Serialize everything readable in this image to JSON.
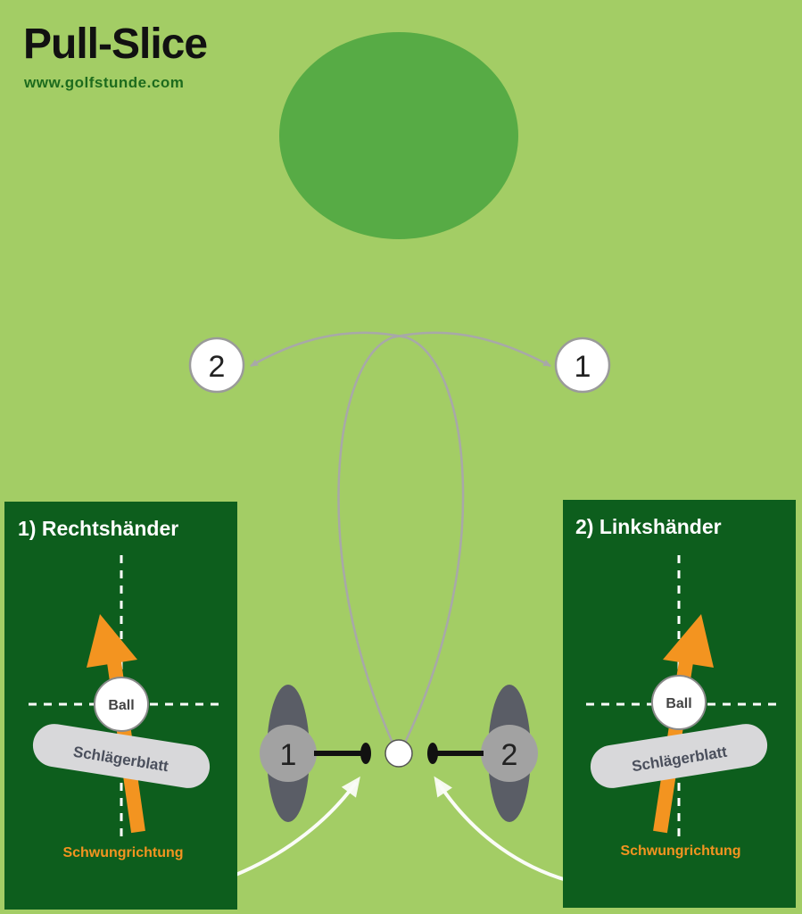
{
  "header": {
    "title": "Pull-Slice",
    "url": "www.golfstunde.com"
  },
  "targets": {
    "left_number": "2",
    "right_number": "1"
  },
  "players": {
    "left_number": "1",
    "right_number": "2"
  },
  "panel_right_handed": {
    "title": "1) Rechtshänder",
    "ball_label": "Ball",
    "clubface_label": "Schlägerblatt",
    "swing_label": "Schwungrichtung"
  },
  "panel_left_handed": {
    "title": "2) Linkshänder",
    "ball_label": "Ball",
    "clubface_label": "Schlägerblatt",
    "swing_label": "Schwungrichtung"
  },
  "colors": {
    "fairway": "#a3cd65",
    "green": "#57ab45",
    "panel": "#0d5e1d",
    "swing_arrow": "#f39420",
    "ball_path": "#a8a8a8",
    "player": "#5a5d66"
  }
}
